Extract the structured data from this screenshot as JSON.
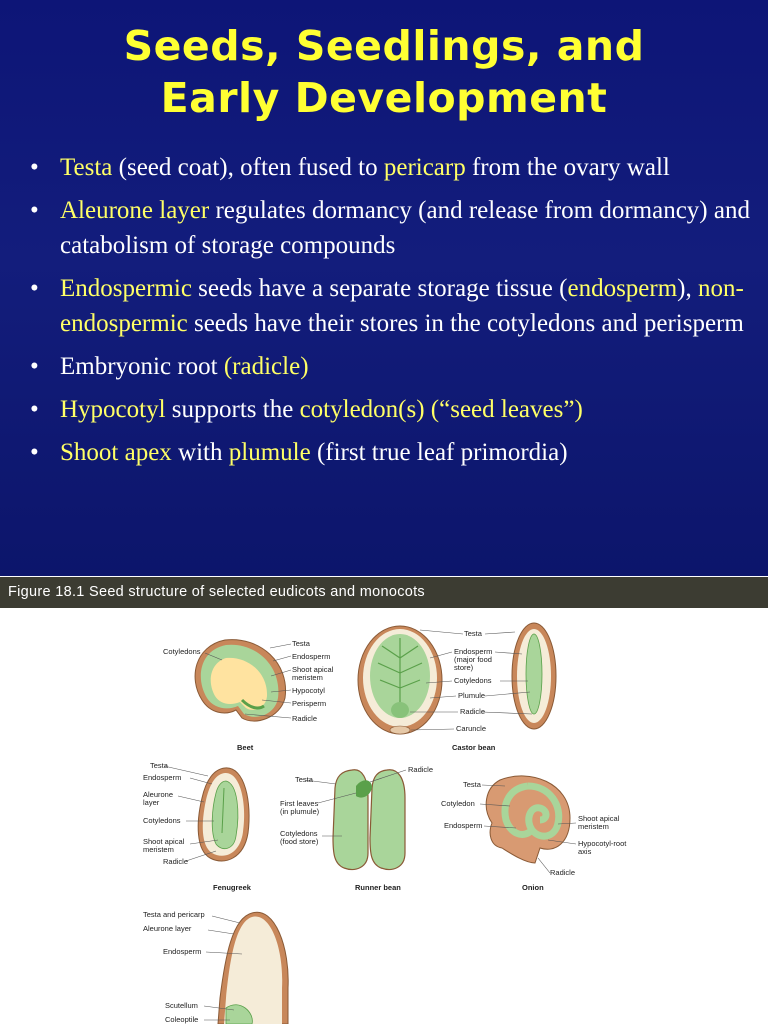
{
  "slide": {
    "title_line1": "Seeds, Seedlings, and",
    "title_line2": "Early Development",
    "colors": {
      "background": "#131d7c",
      "title": "#ffff33",
      "highlight": "#ffff66",
      "text": "#ffffff"
    },
    "bullets": [
      {
        "parts": [
          {
            "text": "Testa",
            "hl": true
          },
          {
            "text": " (seed coat), often fused to ",
            "hl": false
          },
          {
            "text": "pericarp",
            "hl": true
          },
          {
            "text": " from the ovary wall",
            "hl": false
          }
        ]
      },
      {
        "parts": [
          {
            "text": "Aleurone layer",
            "hl": true
          },
          {
            "text": " regulates dormancy (and release from dormancy) and catabolism of storage compounds",
            "hl": false
          }
        ]
      },
      {
        "parts": [
          {
            "text": "Endospermic",
            "hl": true
          },
          {
            "text": " seeds have a separate storage tissue (",
            "hl": false
          },
          {
            "text": "endosperm",
            "hl": true
          },
          {
            "text": "), ",
            "hl": false
          },
          {
            "text": "non-endospermic",
            "hl": true
          },
          {
            "text": " seeds have their stores in the cotyledons and perisperm",
            "hl": false
          }
        ]
      },
      {
        "parts": [
          {
            "text": "Embryonic root ",
            "hl": false
          },
          {
            "text": "(radicle)",
            "hl": true
          }
        ]
      },
      {
        "parts": [
          {
            "text": "Hypocotyl",
            "hl": true
          },
          {
            "text": " supports the ",
            "hl": false
          },
          {
            "text": "cotyledon(s) (“seed leaves”)",
            "hl": true
          }
        ]
      },
      {
        "parts": [
          {
            "text": "Shoot apex",
            "hl": true
          },
          {
            "text": " with ",
            "hl": false
          },
          {
            "text": "plumule",
            "hl": true
          },
          {
            "text": " (first true leaf primordia)",
            "hl": false
          }
        ]
      }
    ]
  },
  "caption": {
    "text": "Figure 18.1  Seed structure of selected eudicots and monocots",
    "background": "#3c3c32"
  },
  "figure": {
    "beet": {
      "name": "Beet",
      "left_labels": [
        "Cotyledons"
      ],
      "right_labels": [
        "Testa",
        "Endosperm",
        "Shoot apical",
        "meristem",
        "Hypocotyl",
        "Perisperm",
        "Radicle"
      ]
    },
    "castor_bean": {
      "name": "Castor bean",
      "right_labels": [
        "Testa",
        "Endosperm",
        "(major food",
        "store)",
        "Cotyledons",
        "Plumule",
        "Radicle",
        "Caruncle"
      ]
    },
    "fenugreek": {
      "name": "Fenugreek",
      "left_labels": [
        "Testa",
        "Endosperm",
        "Aleurone",
        "layer",
        "Cotyledons",
        "Shoot apical",
        "meristem",
        "Radicle"
      ]
    },
    "runner_bean": {
      "name": "Runner bean",
      "left_labels": [
        "Testa",
        "First leaves",
        "(in plumule)",
        "Cotyledons",
        "(food store)"
      ],
      "top_label": "Radicle"
    },
    "onion": {
      "name": "Onion",
      "left_labels": [
        "Testa",
        "Cotyledon",
        "Endosperm"
      ],
      "right_labels": [
        "Shoot apical",
        "meristem",
        "Hypocotyl-root",
        "axis"
      ],
      "bottom_label": "Radicle"
    },
    "monocot": {
      "left_labels": [
        "Testa and pericarp",
        "Aleurone layer",
        "Endosperm",
        "Scutellum",
        "Coleoptile"
      ]
    },
    "colors": {
      "testa": "#c8875a",
      "endosperm": "#f5ecd8",
      "embryo": "#a9d59a",
      "embryo_dark": "#5aa04a",
      "perisperm": "#ffe3a0"
    }
  }
}
